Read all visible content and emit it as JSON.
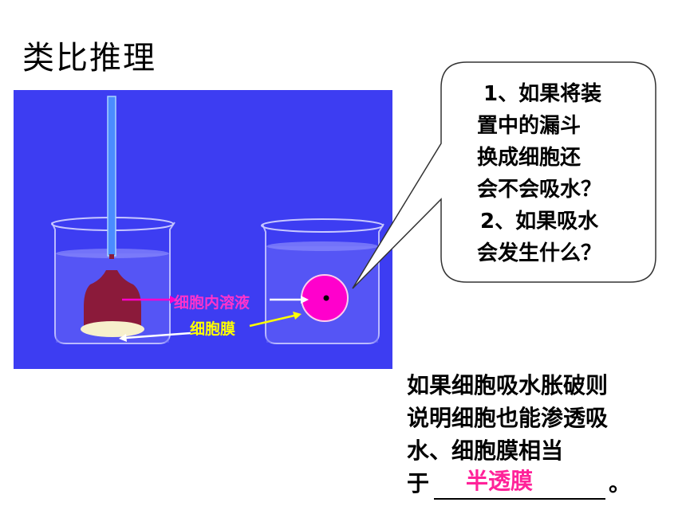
{
  "title": "类比推理",
  "figure": {
    "label_cell_fluid": "细胞内溶液",
    "label_cell_membrane": "细胞膜"
  },
  "bubble": {
    "lines": [
      "1、如果将装",
      "置中的漏斗",
      "换成细胞还",
      "会不会吸水？",
      "2、如果吸水",
      "会发生什么？"
    ]
  },
  "conclusion": {
    "lines": [
      "如果细胞吸水胀破则",
      "说明细胞也能渗透吸",
      "水、细胞膜相当"
    ],
    "prefix": "于",
    "answer": "半透膜",
    "suffix": "。"
  },
  "colors": {
    "background_panel": "#3d3df2",
    "cell_pink": "#ff00cc",
    "answer_pink": "#ff2299",
    "label_yellow": "#ffff00"
  }
}
